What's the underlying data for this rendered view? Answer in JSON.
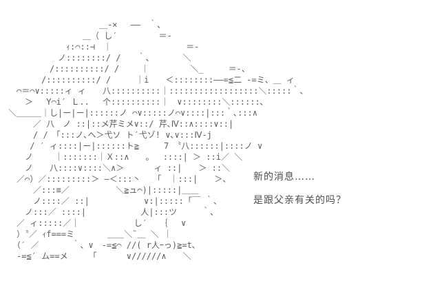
{
  "scene": {
    "background_color": "#ffffff",
    "art_color": "#5a5a5a",
    "dialogue_color": "#4f4f4f"
  },
  "ascii_art": {
    "description": "monochrome ascii-art (AA) portrait of a character with long swept hair, facing right",
    "lines": [
      "　　　　　　　　　　　　＿-×　 ——　｀、",
      "　　　　　　　　　　＿（ し′　　　　　＝-",
      "　　　　　　　　ｨ:⌒::⊣　｜　　　　　　　　　＝-",
      "　　　　　　　ノ::::::::/ /　　｀、　　　　＼",
      "　　　　　　/::::::::::/ /　　 ｜　　　　　＼_　　　＝-、",
      "　　　　　/::::::::::/ /　　　｜i　　＜::::::::——=≦二 -=ミ、＿ ィ",
      "　　⌒＝⌒∨:::::ィ ィ　　八::::::::::｜::::::::::::::::::＼:::::｀、",
      "　　　＞　 Y⌒i′ Ｌ..　 个::::::::::｜　∨::::::::＼::::::､",
      "　＼＿＿＿｜し|ー|ー|::::::ノ ⌒∨:::::ノ⌒∨::::|:::｀､:::∧",
      "　　　　／ 八　ノ ::|::メ芹ミメ∨::/ 芹､Ⅳ::∧::::∨::|",
      "　　　　/ /　「:::ノ､ヘ＞弋ソ ト′弋ゾ! ∨､∨:::Ⅳ-j",
      "　　　 / ′ ィ::::|ー|::::::ト≧　　　7　〝八::::::|::::ノ ∨",
      "　　　ノ　　 ｜:::::::｜Ｘ::∧　　。　 ::::| ＞ ::i／ ＼",
      "　　　ノ　　八::::∨::::＼∧＞　　　 ィ ::|　　＞ ::＼",
      "　　／⌒）／:::::::::＞ —＜:::丶　　「　｜:::|　　＞、",
      "　　　　／:::≡／　　　　　 ＼≧ュ⌒)|:::::|＿＿",
      "　　　　ノ::::／ ::|　　　　　　 ∨:|:::::「￣ ｀、",
      "　　　ノ:::／ ::::|　　　　　　 人|:::ツ　　　｀、",
      "　　／ ィ:::::／｜　　　　　　 し′　　｛　 ∨",
      "　　）〝／ ｨf===ミ　　　　＿＿＼¨＿ ＼ ｜",
      "　　（′ ／　　　　｀、∨　-=≦⌒ //( r人ｰっ)≧=t､",
      "　　-=≦′ ム==メ　　　「　　　 ∨//////∧　　＼"
    ]
  },
  "dialogue": {
    "line1": "新的消息……",
    "line2": "是跟父亲有关的吗？"
  }
}
